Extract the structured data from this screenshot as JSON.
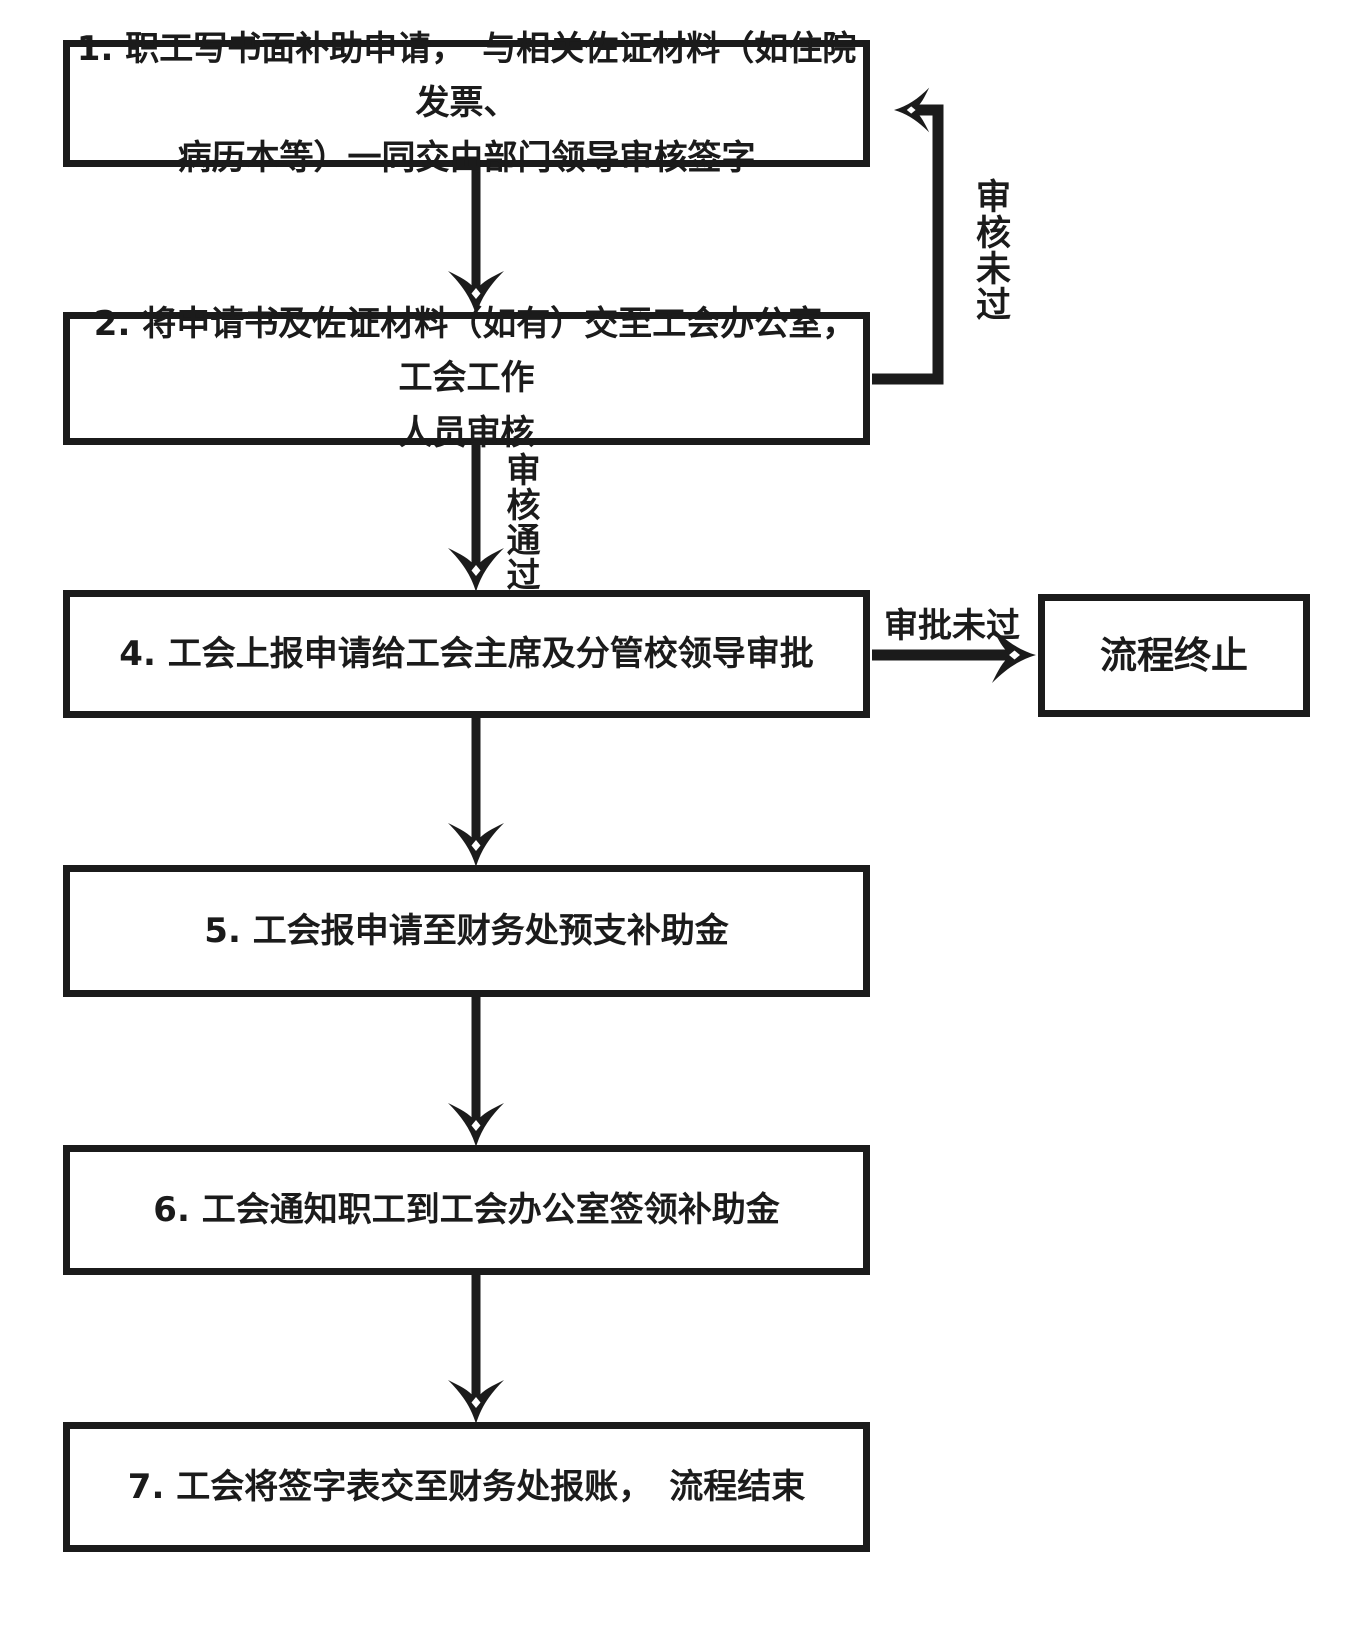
{
  "diagram": {
    "type": "flowchart",
    "colors": {
      "line": "#1b1b1b",
      "background": "#ffffff",
      "text": "#1b1b1b"
    },
    "nodes": [
      {
        "id": "step1",
        "lines": [
          "1. 职工写书面补助申请，　与相关佐证材料（如住院发票、",
          "病历本等）一同交由部门领导审核签字"
        ]
      },
      {
        "id": "step2",
        "lines": [
          "2. 将申请书及佐证材料（如有）交至工会办公室，　工会工作",
          "人员审核"
        ]
      },
      {
        "id": "step4",
        "lines": [
          "4. 工会上报申请给工会主席及分管校领导审批"
        ]
      },
      {
        "id": "step5",
        "lines": [
          "5. 工会报申请至财务处预支补助金"
        ]
      },
      {
        "id": "step6",
        "lines": [
          "6. 工会通知职工到工会办公室签领补助金"
        ]
      },
      {
        "id": "step7",
        "lines": [
          "7. 工会将签字表交至财务处报账，　流程结束"
        ]
      },
      {
        "id": "terminate",
        "lines": [
          "流程终止"
        ]
      }
    ],
    "edge_labels": {
      "review_failed": "审核未过",
      "review_passed": "审核通过",
      "approval_failed": "审批未过"
    },
    "edges": [
      {
        "from": "step1",
        "to": "step2",
        "label": ""
      },
      {
        "from": "step2",
        "to": "step1",
        "label": "审核未过"
      },
      {
        "from": "step2",
        "to": "step4",
        "label": "审核通过"
      },
      {
        "from": "step4",
        "to": "terminate",
        "label": "审批未过"
      },
      {
        "from": "step4",
        "to": "step5",
        "label": ""
      },
      {
        "from": "step5",
        "to": "step6",
        "label": ""
      },
      {
        "from": "step6",
        "to": "step7",
        "label": ""
      }
    ]
  }
}
